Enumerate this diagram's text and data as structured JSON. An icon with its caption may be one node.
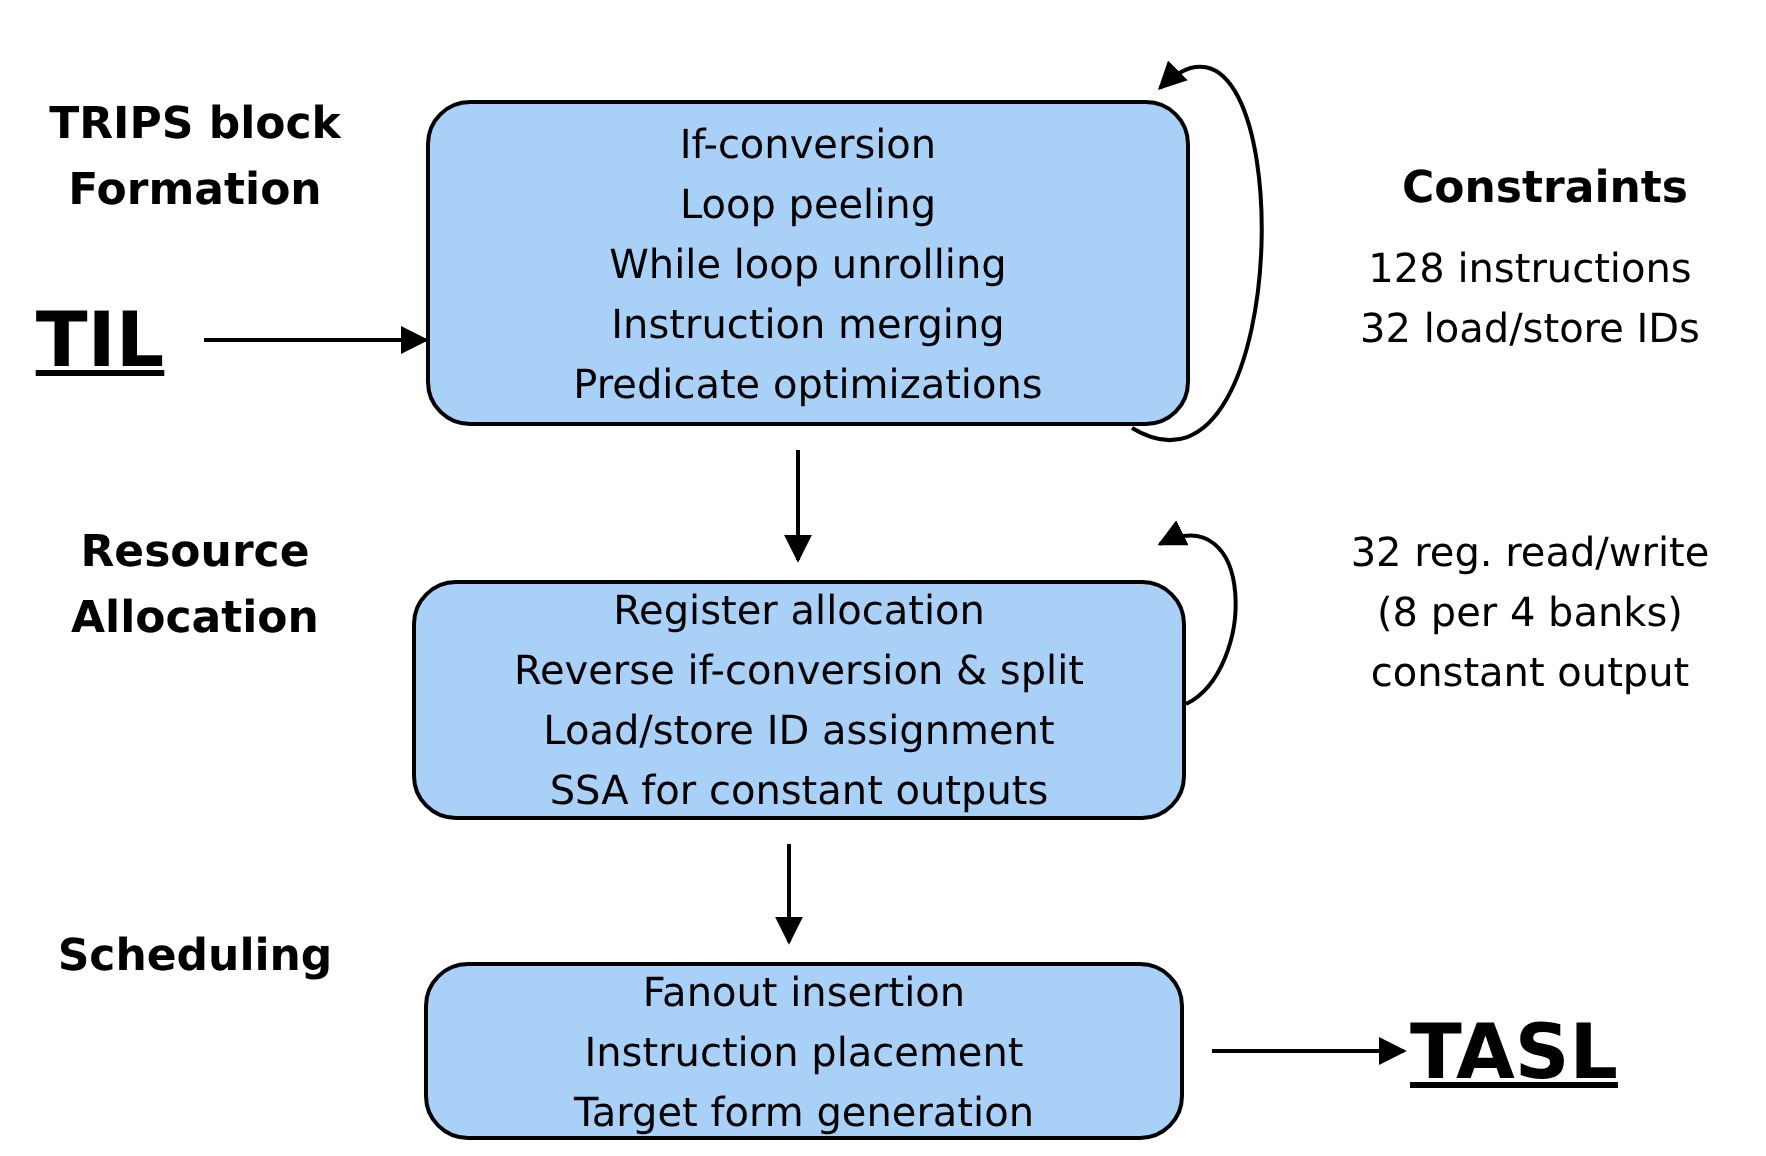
{
  "diagram": {
    "nodes": [
      {
        "text": [
          "TIL"
        ]
      },
      {
        "text": [
          "If-conversion",
          "Loop peeling",
          "While loop unrolling",
          "Instruction merging",
          "Predicate optimizations"
        ]
      },
      {
        "text": [
          "Register allocation",
          "Reverse if-conversion & split",
          "Load/store ID assignment",
          "SSA for constant outputs"
        ]
      },
      {
        "text": [
          "Fanout insertion",
          "Instruction placement",
          "Target form generation"
        ]
      },
      {
        "text": [
          "TASL"
        ]
      }
    ],
    "edges": [
      {
        "from": 0,
        "to": 1,
        "arrow": "to"
      },
      {
        "from": 1,
        "to": 1,
        "arrow": "to"
      },
      {
        "from": 1,
        "to": 2,
        "arrow": "to"
      },
      {
        "from": 2,
        "to": 2,
        "arrow": "to"
      },
      {
        "from": 2,
        "to": 3,
        "arrow": "to"
      },
      {
        "from": 3,
        "to": 4,
        "arrow": "to"
      }
    ],
    "labels": [
      "TRIPS block Formation",
      "Constraints",
      "128 instructions",
      "32 load/store IDs",
      "Resource Allocation",
      "32 reg. read/write",
      "(8 per 4 banks)",
      "constant output",
      "Scheduling"
    ]
  }
}
